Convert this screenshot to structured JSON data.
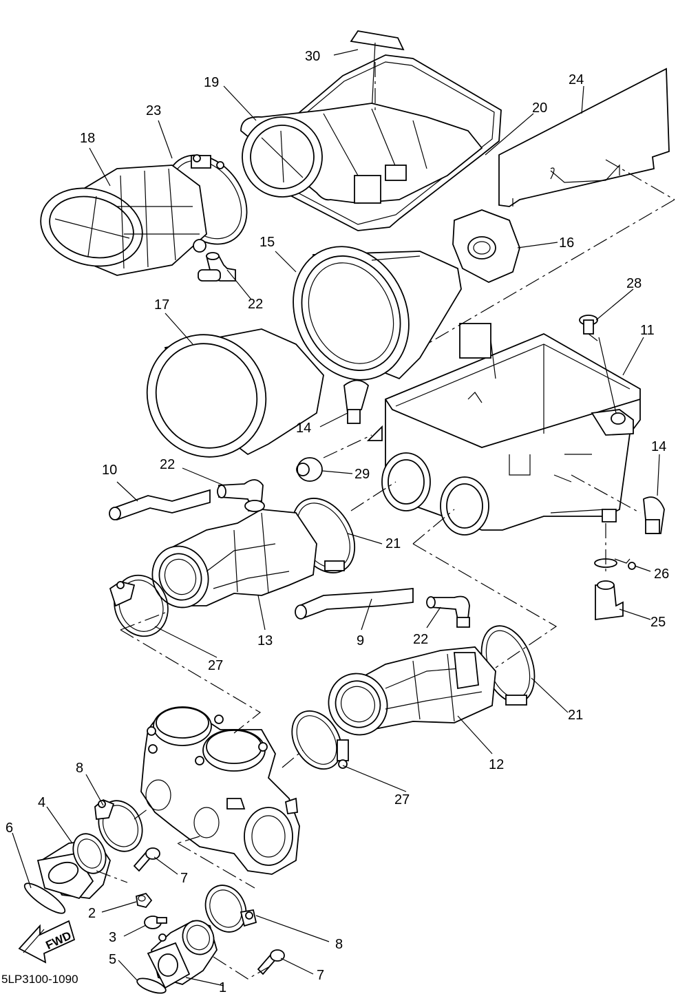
{
  "diagram": {
    "code": "5LP3100-1090",
    "fwd_label": "FWD",
    "labels": {
      "1": "1",
      "2": "2",
      "3": "3",
      "4": "4",
      "5": "5",
      "6": "6",
      "7a": "7",
      "7b": "7",
      "8a": "8",
      "8b": "8",
      "9": "9",
      "10": "10",
      "11": "11",
      "12": "12",
      "13": "13",
      "14a": "14",
      "14b": "14",
      "15": "15",
      "16": "16",
      "17": "17",
      "18": "18",
      "19": "19",
      "20": "20",
      "21a": "21",
      "21b": "21",
      "22a": "22",
      "22b": "22",
      "22c": "22",
      "23": "23",
      "24": "24",
      "25": "25",
      "26": "26",
      "27a": "27",
      "27b": "27",
      "28": "28",
      "29": "29",
      "30": "30"
    }
  }
}
